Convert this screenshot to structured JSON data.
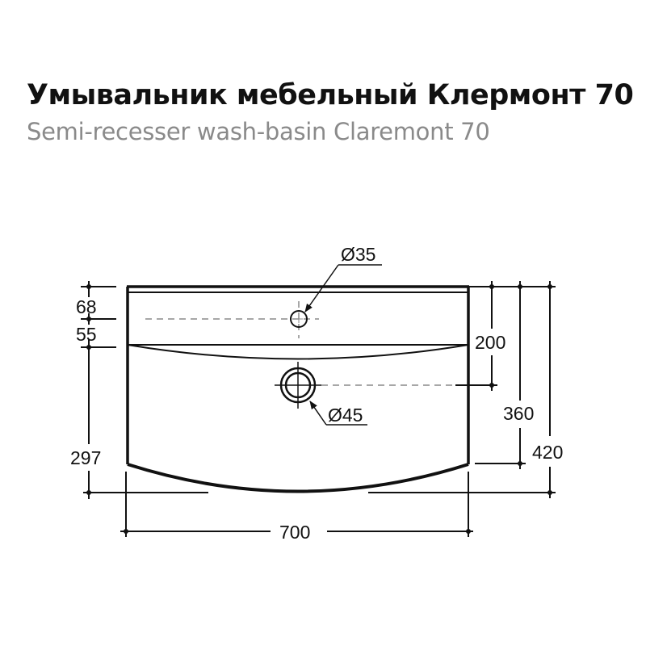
{
  "header": {
    "title": "Умывальник мебельный Клермонт 70",
    "subtitle": "Semi-recesser wash-basin Claremont 70"
  },
  "drawing": {
    "view": "top-view technical drawing of wash-basin",
    "colors": {
      "line": "#111111",
      "centerline": "#8a8a8a",
      "subtitle": "#8a8a8a"
    },
    "dimensions": {
      "left": [
        {
          "id": "dim-68",
          "label": "68"
        },
        {
          "id": "dim-55",
          "label": "55"
        },
        {
          "id": "dim-297",
          "label": "297"
        }
      ],
      "bottom": [
        {
          "id": "dim-700",
          "label": "700"
        }
      ],
      "right": [
        {
          "id": "dim-200",
          "label": "200"
        },
        {
          "id": "dim-360",
          "label": "360"
        },
        {
          "id": "dim-420",
          "label": "420"
        }
      ],
      "holes": [
        {
          "id": "tap-hole",
          "label": "Ø35"
        },
        {
          "id": "drain-hole",
          "label": "Ø45"
        }
      ]
    }
  }
}
